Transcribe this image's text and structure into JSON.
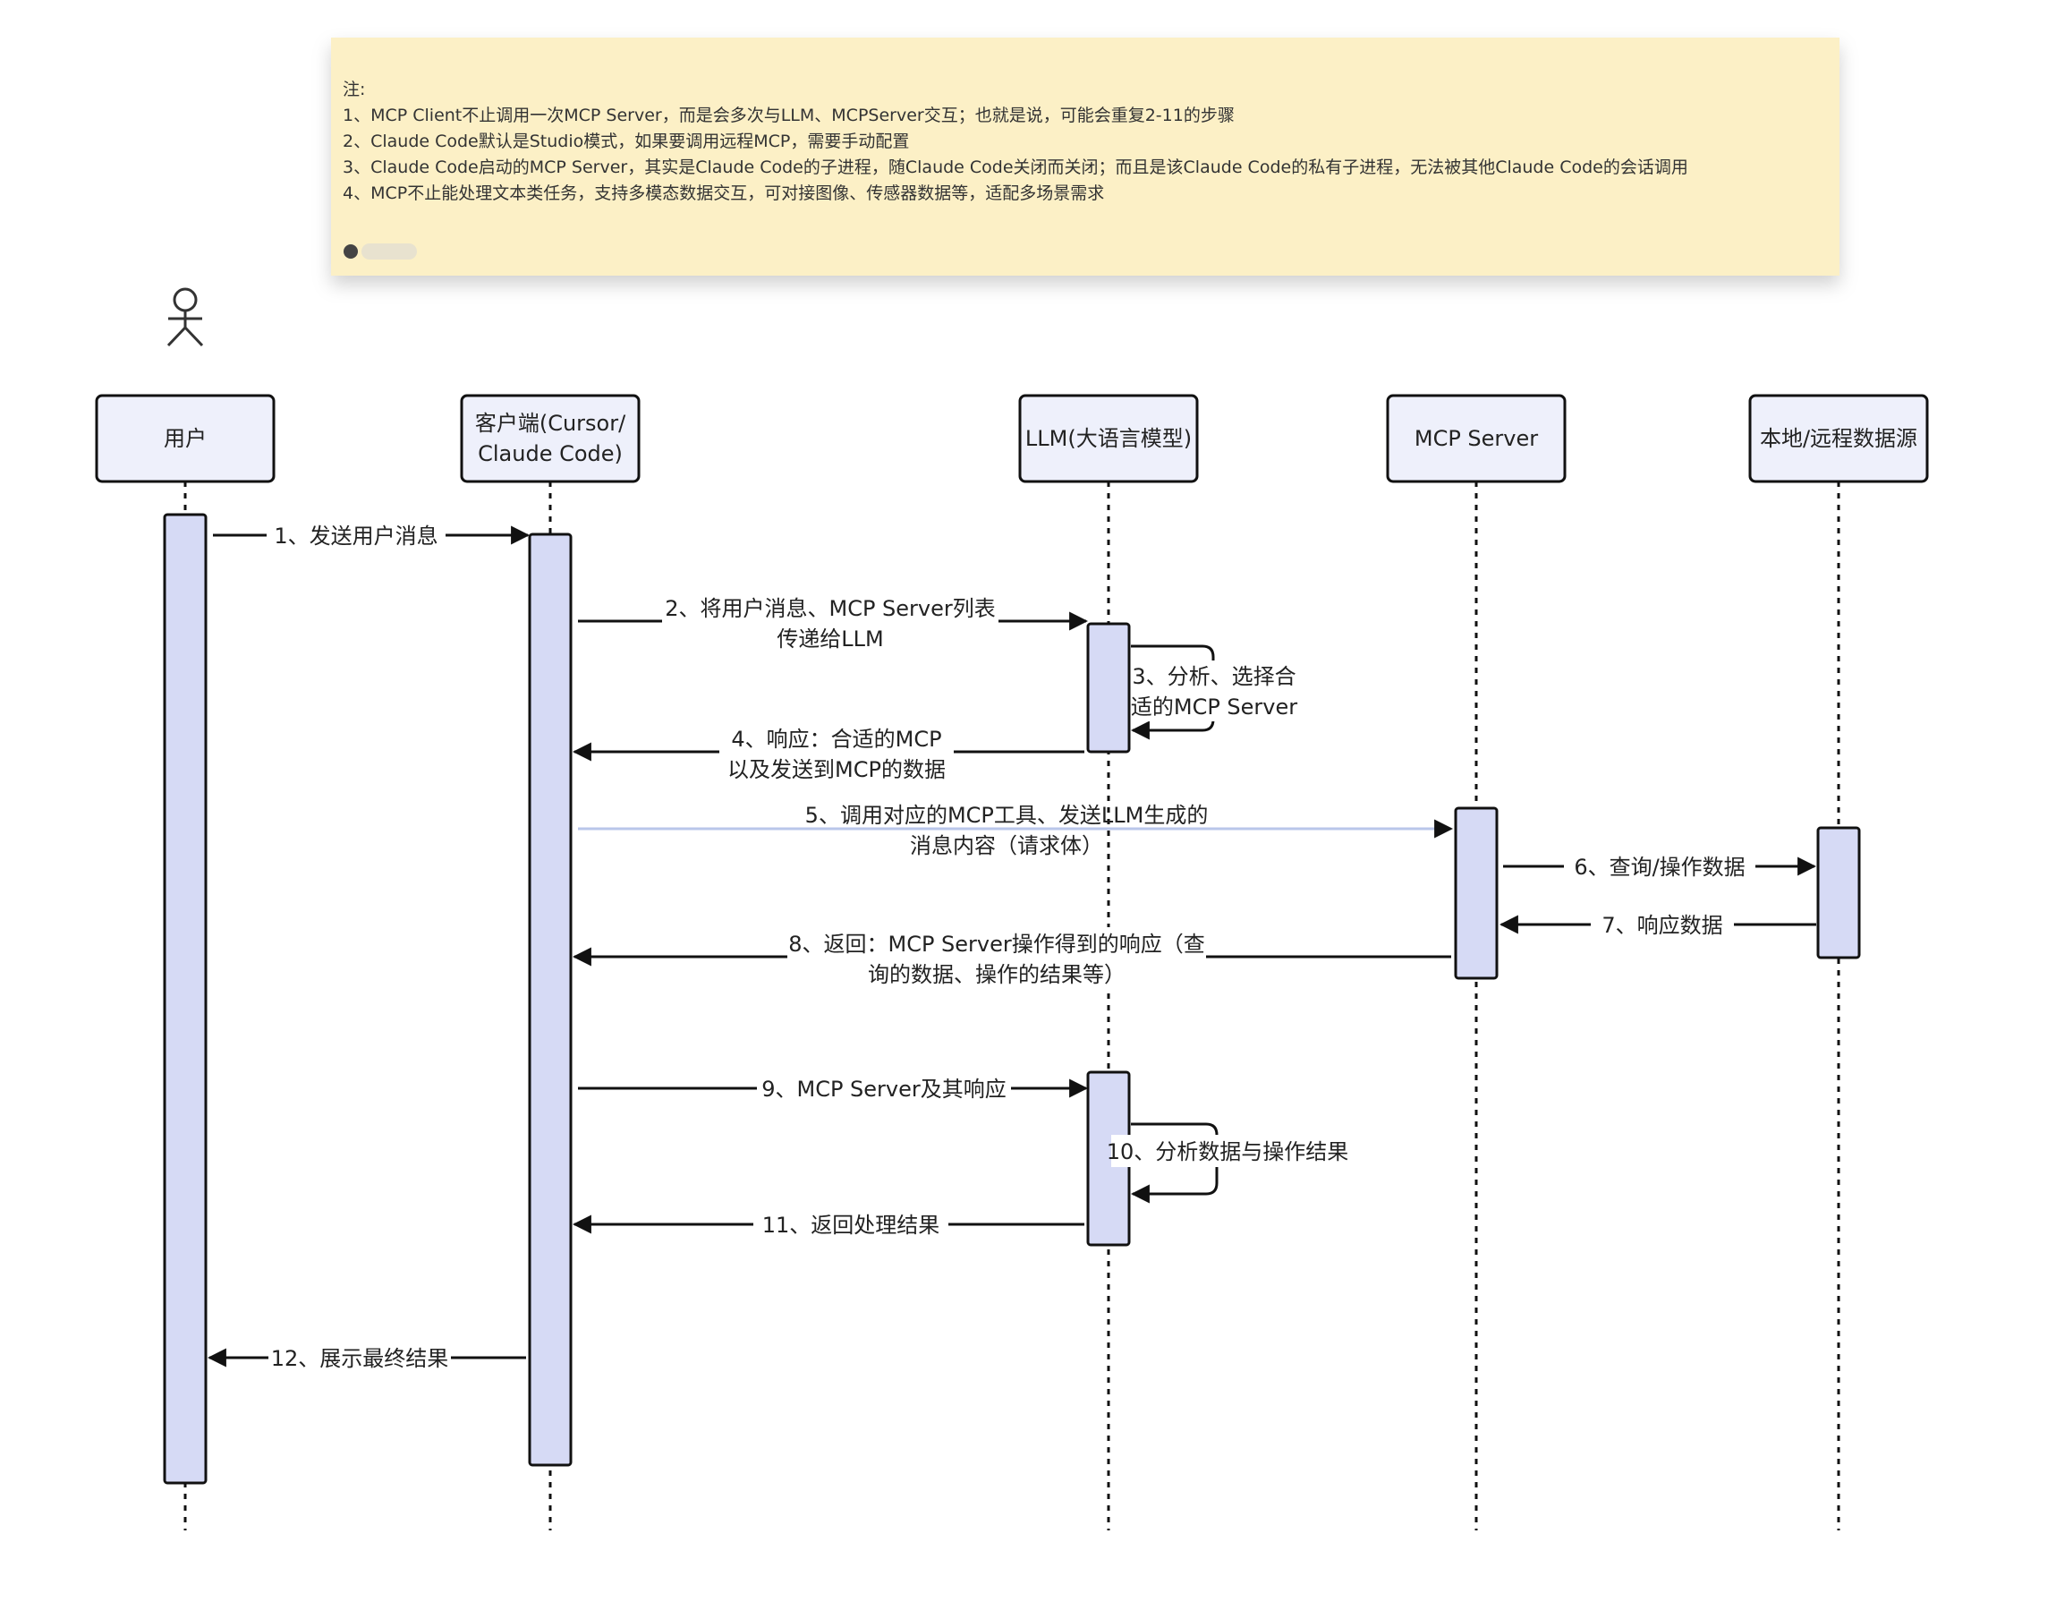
{
  "note": {
    "lines": [
      "注:",
      "1、MCP Client不止调用一次MCP  Server，而是会多次与LLM、MCPServer交互；也就是说，可能会重复2-11的步骤",
      "2、Claude Code默认是Studio模式，如果要调用远程MCP，需要手动配置",
      "3、Claude Code启动的MCP Server，其实是Claude Code的子进程，随Claude Code关闭而关闭；而且是该Claude Code的私有子进程，无法被其他Claude Code的会话调用",
      "4、MCP不止能处理文本类任务，支持多模态数据交互，可对接图像、传感器数据等，适配多场景需求"
    ]
  },
  "actors": [
    {
      "id": "user",
      "label": [
        "用户"
      ]
    },
    {
      "id": "client",
      "label": [
        "客户端(Cursor/",
        "Claude Code)"
      ]
    },
    {
      "id": "llm",
      "label": [
        "LLM(大语言模型)"
      ]
    },
    {
      "id": "mcp",
      "label": [
        "MCP Server"
      ]
    },
    {
      "id": "data",
      "label": [
        "本地/远程数据源"
      ]
    }
  ],
  "messages": [
    {
      "step": 1,
      "label": [
        "1、发送用户消息"
      ]
    },
    {
      "step": 2,
      "label": [
        "2、将用户消息、MCP Server列表",
        "传递给LLM"
      ]
    },
    {
      "step": 3,
      "label": [
        "3、分析、选择合",
        "适的MCP Server"
      ]
    },
    {
      "step": 4,
      "label": [
        "4、响应：合适的MCP",
        "以及发送到MCP的数据"
      ]
    },
    {
      "step": 5,
      "label": [
        "5、调用对应的MCP工具、发送LLM生成的",
        "消息内容（请求体）"
      ]
    },
    {
      "step": 6,
      "label": [
        "6、查询/操作数据"
      ]
    },
    {
      "step": 7,
      "label": [
        "7、响应数据"
      ]
    },
    {
      "step": 8,
      "label": [
        "8、返回：MCP Server操作得到的响应（查",
        "询的数据、操作的结果等）"
      ]
    },
    {
      "step": 9,
      "label": [
        "9、MCP Server及其响应"
      ]
    },
    {
      "step": 10,
      "label": [
        "10、分析数据与操作结果"
      ]
    },
    {
      "step": 11,
      "label": [
        "11、返回处理结果"
      ]
    },
    {
      "step": 12,
      "label": [
        "12、展示最终结果"
      ]
    }
  ],
  "colors": {
    "note_bg": "#fcf0c6",
    "actor_bg": "#eef0fb",
    "activation_bg": "#d6daf5",
    "highlight_line": "#b9c6ea"
  }
}
